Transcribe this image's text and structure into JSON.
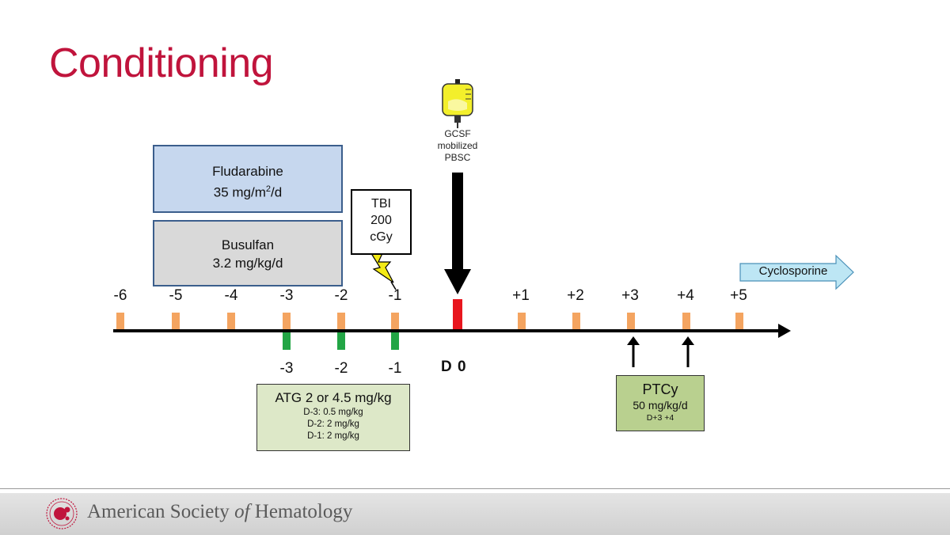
{
  "slide": {
    "title": "Conditioning",
    "colors": {
      "title": "#c0143c",
      "day_tick": "#f4a460",
      "day0_tick": "#e8161e",
      "atg_tick": "#22a545",
      "fludarabine_box": "#c6d7ee",
      "busulfan_box": "#d9d9d9",
      "atg_box": "#dde8c8",
      "ptcy_box": "#b9d08f",
      "cyclosporine_arrow": "#bde6f4",
      "bag_yellow": "#f3ef2b"
    }
  },
  "timeline": {
    "days_top": [
      "-6",
      "-5",
      "-4",
      "-3",
      "-2",
      "-1",
      "+1",
      "+2",
      "+3",
      "+4",
      "+5"
    ],
    "day0_label": "D 0",
    "atg_days": [
      "-3",
      "-2",
      "-1"
    ]
  },
  "fludarabine": {
    "name": "Fludarabine",
    "dose_prefix": "35 mg/m",
    "dose_sup": "2",
    "dose_suffix": "/d"
  },
  "busulfan": {
    "name": "Busulfan",
    "dose": "3.2 mg/kg/d"
  },
  "tbi": {
    "line1": "TBI",
    "line2": "200",
    "line3": "cGy",
    "icon": "lightning-icon"
  },
  "graft": {
    "line1": "GCSF",
    "line2": "mobilized",
    "line3": "PBSC",
    "icon": "iv-bag-icon"
  },
  "atg": {
    "heading_prefix": "ATG",
    "heading_rest": "2 or 4.5 mg/kg",
    "doses": [
      "D-3: 0.5 mg/kg",
      "D-2: 2 mg/kg",
      "D-1: 2 mg/kg"
    ]
  },
  "ptcy": {
    "name": "PTCy",
    "dose": "50 mg/kg/d",
    "days": "D+3 +4"
  },
  "cyclosporine": {
    "label": "Cyclosporine"
  },
  "footer": {
    "org_prefix": "American Society",
    "org_of": "of",
    "org_suffix": "Hematology",
    "logo": "ash-logo-icon"
  }
}
